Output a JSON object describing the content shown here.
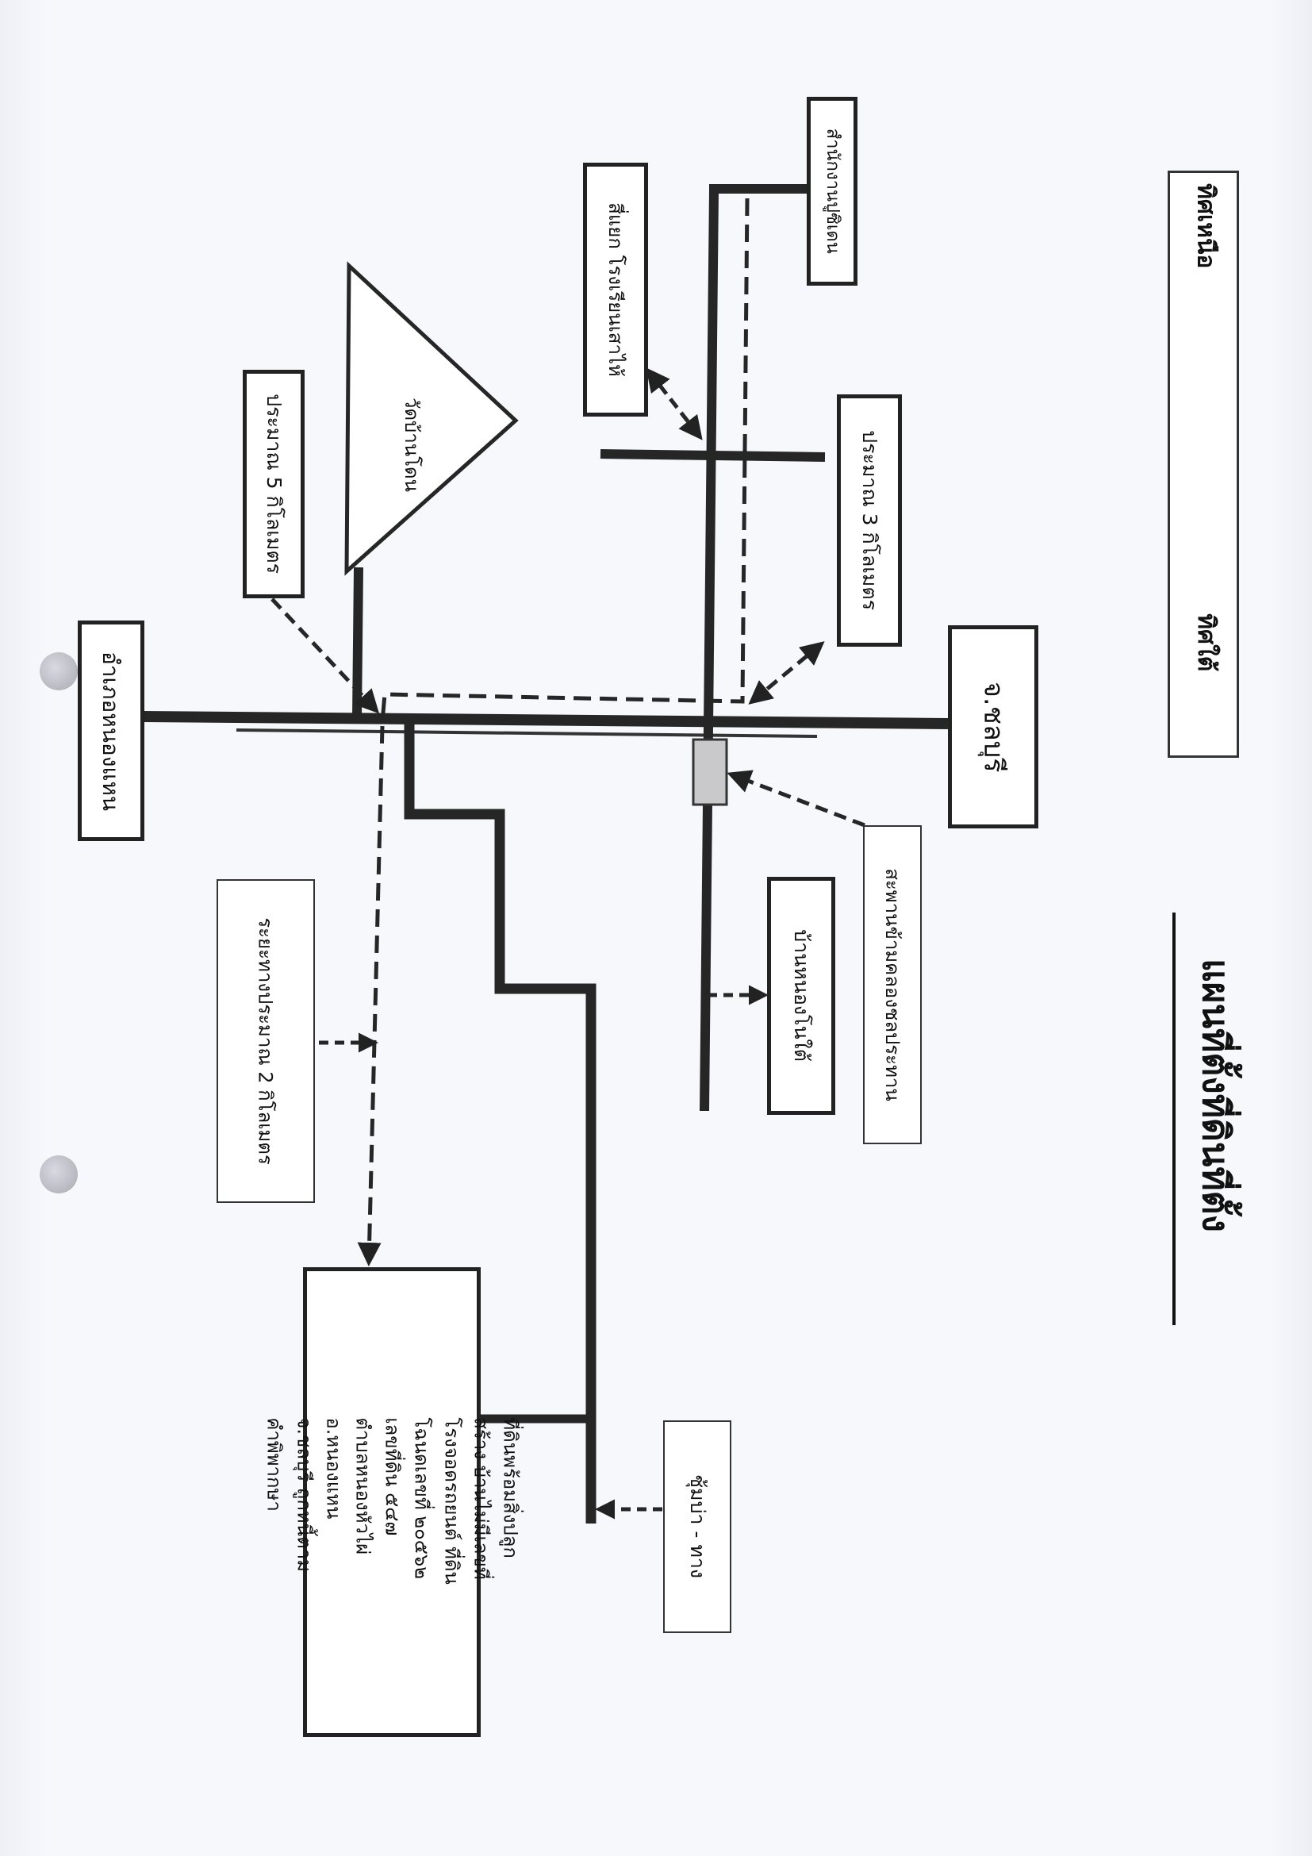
{
  "title": "แผนที่ตั้งที่ดินที่ตั้ง",
  "compass": {
    "north": "ทิศเหนือ",
    "south": "ทิศใต้"
  },
  "labels": {
    "province_chonburi": "จ.ชลบุรี",
    "district_nongyai": "อำเภอหนองแหน",
    "office": "สำนักงานปูซิเดน",
    "school_junction": "สี่แยก โรงเรียนเสาไห้",
    "distance_3km": "ประมาณ 3 กิโลเมตร",
    "distance_5km": "ประมาณ 5 กิโลเมตร",
    "temple": "วัดบ้านโดน",
    "bridge": "สะพานข้ามคลองชลประทาน",
    "village": "บ้านหนองโนใต้",
    "distance_2km": "ระยะทางประมาณ 2 กิโลเมตร",
    "road_sign": "ชุ้มบ่า - ทาง",
    "parcel": "ที่ดินพร้อมสิ่งปลูกสร้าง บ้านไม่มีเลขที่ โรงจอดรถยนต์ ที่ดินโฉนดเลขที่ ๒๐๕๖๒ เลขที่ดิน ๕๔๗ ตำบลหนองหัวไผ่ อ.หนองแหน จ.ชลบุรี ถูกหนี้ตามคำพิพากษา"
  },
  "colors": {
    "road": "#262626",
    "bridge": "#c9c9cc",
    "ink": "#111111"
  }
}
